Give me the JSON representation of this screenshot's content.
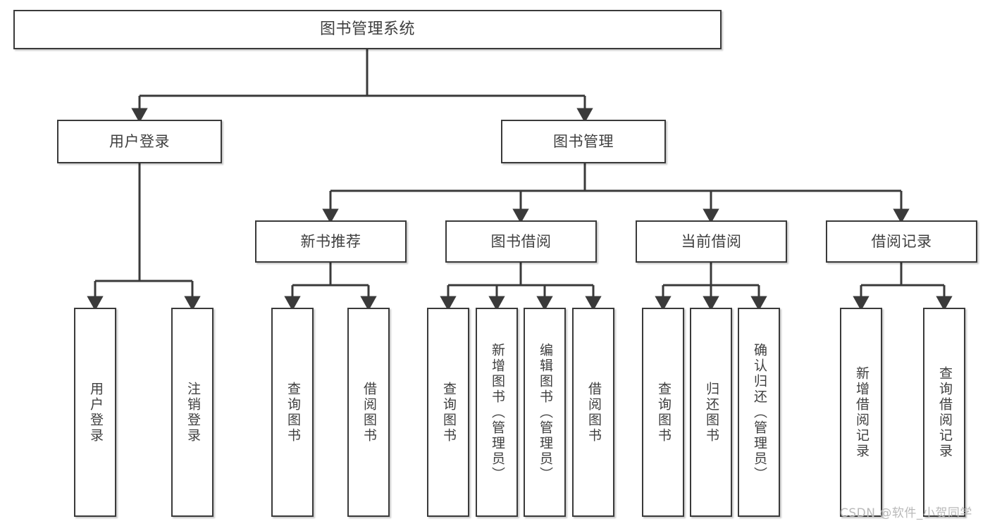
{
  "diagram": {
    "title": "图书管理系统",
    "type": "tree-hierarchy-chart",
    "watermark": "CSDN @软件_小贺同学",
    "colors": {
      "node_border": "#3a3a3a",
      "node_fill": "#ffffff",
      "edge": "#3a3a3a",
      "text": "#3f3f3f",
      "watermark": "#b9b9b9",
      "background": "#ffffff"
    },
    "root": {
      "label": "图书管理系统"
    },
    "level2": [
      {
        "label": "用户登录"
      },
      {
        "label": "图书管理"
      }
    ],
    "level3": [
      {
        "label": "新书推荐"
      },
      {
        "label": "图书借阅"
      },
      {
        "label": "当前借阅"
      },
      {
        "label": "借阅记录"
      }
    ],
    "leaves": {
      "user_login": [
        {
          "label": "用户登录"
        },
        {
          "label": "注销登录"
        }
      ],
      "new_book_recommend": [
        {
          "label": "查询图书"
        },
        {
          "label": "借阅图书"
        }
      ],
      "book_borrow": [
        {
          "label": "查询图书"
        },
        {
          "label": "新增图书（管理员）"
        },
        {
          "label": "编辑图书（管理员）"
        },
        {
          "label": "借阅图书"
        }
      ],
      "current_borrow": [
        {
          "label": "查询图书"
        },
        {
          "label": "归还图书"
        },
        {
          "label": "确认归还（管理员）"
        }
      ],
      "borrow_record": [
        {
          "label": "新增借阅记录"
        },
        {
          "label": "查询借阅记录"
        }
      ]
    }
  }
}
